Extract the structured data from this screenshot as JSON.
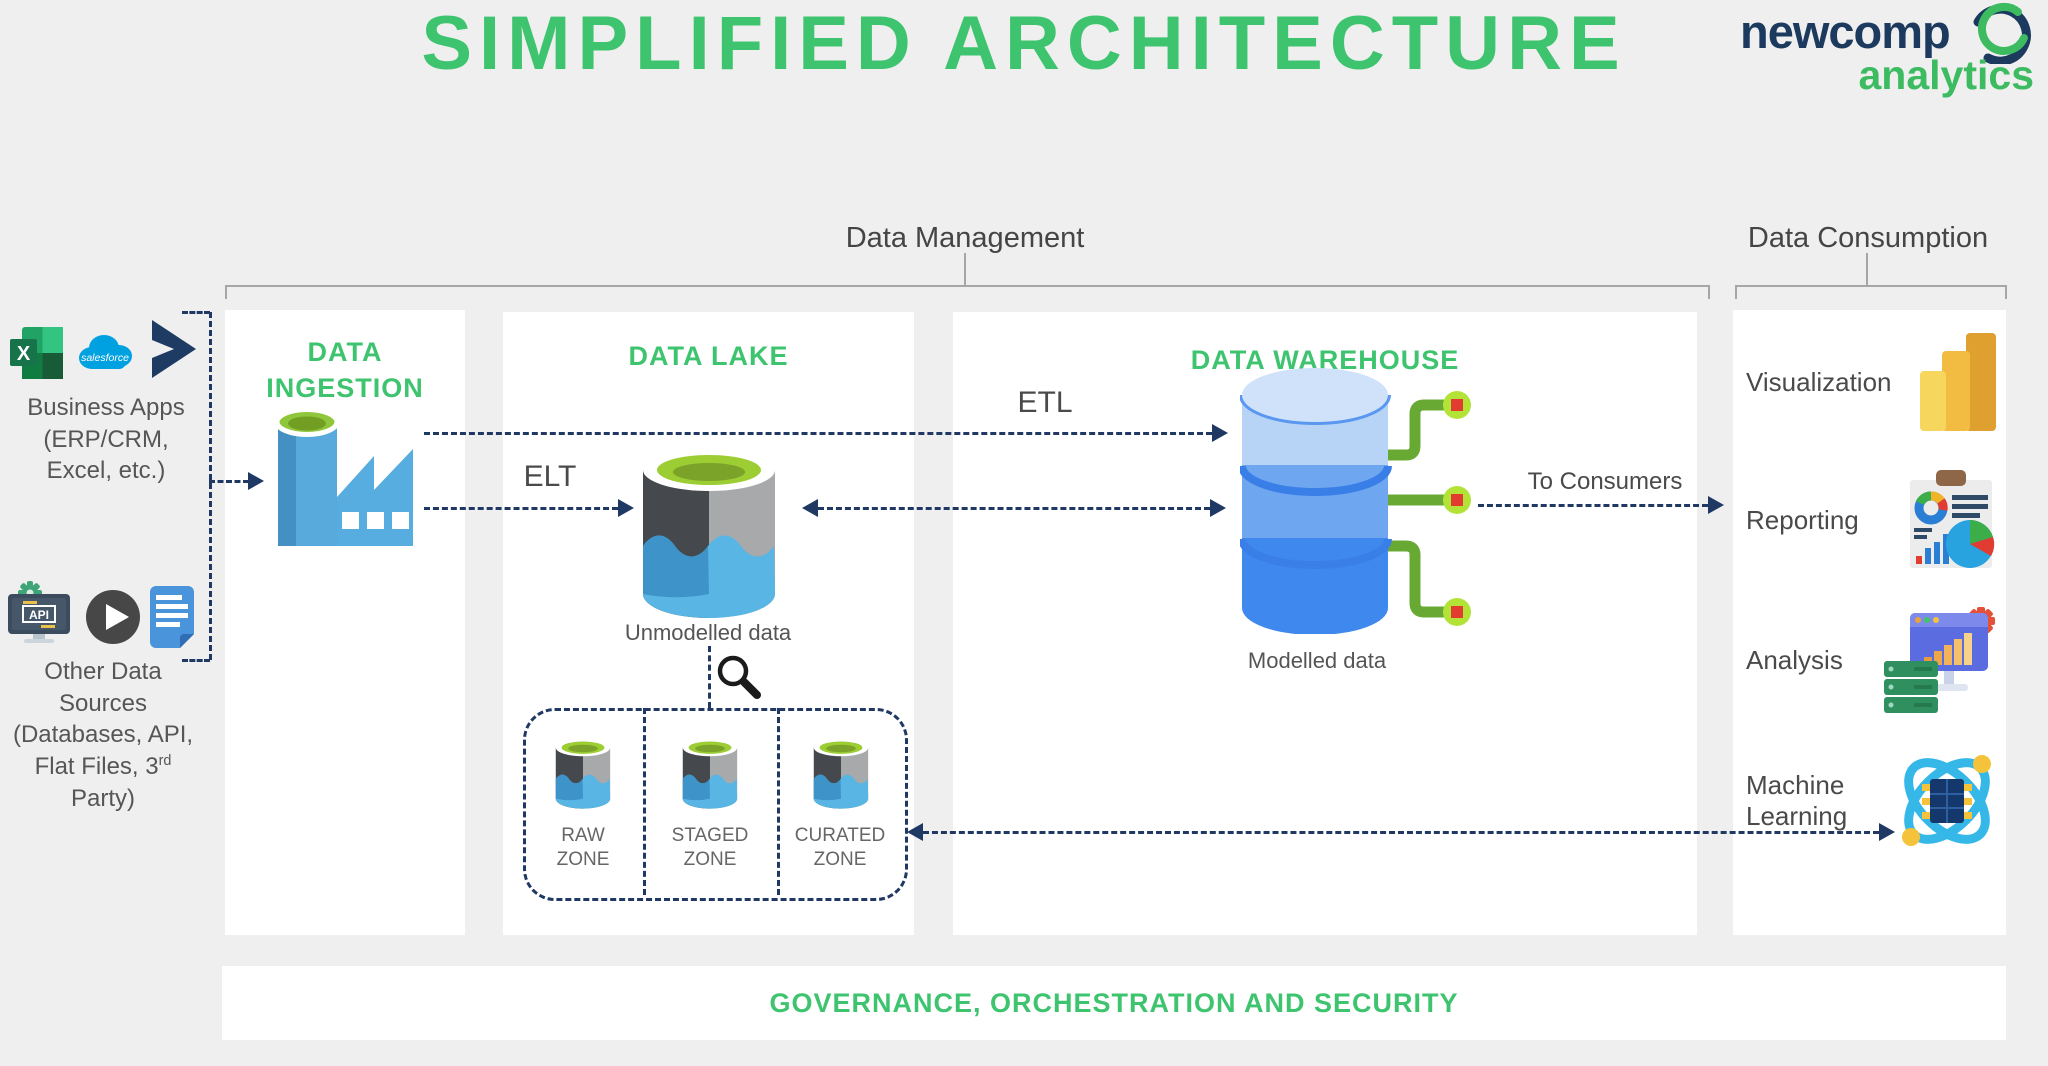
{
  "title": "SIMPLIFIED ARCHITECTURE",
  "logo": {
    "word_top": "newcomp",
    "word_bottom": "analytics"
  },
  "sections": {
    "management": "Data Management",
    "consumption": "Data Consumption"
  },
  "sources": {
    "business_apps": {
      "label": "Business Apps\n(ERP/CRM,\nExcel, etc.)",
      "excel_letter": "X",
      "salesforce_text": "salesforce"
    },
    "other": {
      "label_main": "Other Data\nSources\n(Databases, API,\nFlat Files, 3",
      "label_sup": "rd",
      "label_end": "\nParty)",
      "api_text": "API"
    }
  },
  "panels": {
    "ingestion": {
      "title": "DATA\nINGESTION"
    },
    "lake": {
      "title": "DATA LAKE",
      "caption": "Unmodelled data",
      "zones": [
        {
          "label": "RAW\nZONE"
        },
        {
          "label": "STAGED\nZONE"
        },
        {
          "label": "CURATED\nZONE"
        }
      ]
    },
    "warehouse": {
      "title": "DATA WAREHOUSE",
      "caption": "Modelled data"
    }
  },
  "flows": {
    "etl": "ETL",
    "elt": "ELT",
    "to_consumers": "To Consumers"
  },
  "consumption": {
    "items": [
      {
        "label": "Visualization",
        "icon": "power-bi-icon"
      },
      {
        "label": "Reporting",
        "icon": "report-icon"
      },
      {
        "label": "Analysis",
        "icon": "analysis-icon"
      },
      {
        "label": "Machine\nLearning",
        "icon": "machine-learning-icon"
      }
    ]
  },
  "governance": "GOVERNANCE, ORCHESTRATION AND SECURITY",
  "colors": {
    "background": "#efefef",
    "panel_white": "#ffffff",
    "accent_green": "#3ec46f",
    "logo_navy": "#1b3a5e",
    "logo_green": "#3dbb61",
    "arrow_navy": "#1f3864",
    "bracket_gray": "#a6a6a6",
    "text_gray": "#4a4a4a",
    "warehouse_blue": "#3f88ed",
    "lake_blue": "#58b5e4",
    "node_green": "#b2e336",
    "node_red": "#e23c30"
  },
  "icons": {
    "excel-icon": "Excel spreadsheet app",
    "salesforce-icon": "Salesforce cloud",
    "dynamics365-icon": "Microsoft Dynamics 365",
    "api-icon": "API terminal with gear",
    "play-icon": "media play button",
    "document-icon": "flat file document",
    "factory-icon": "data factory building",
    "lake-cylinder-icon": "data lake storage cylinder",
    "warehouse-database-icon": "database cylinder with connectors",
    "magnifier-icon": "magnifying glass",
    "power-bi-icon": "Power BI bar chart",
    "report-icon": "report page with charts",
    "analysis-icon": "monitor with chart, gear and servers",
    "machine-learning-icon": "atom orbits with chip",
    "logo-swoosh-icon": "circular arrows logo mark"
  }
}
